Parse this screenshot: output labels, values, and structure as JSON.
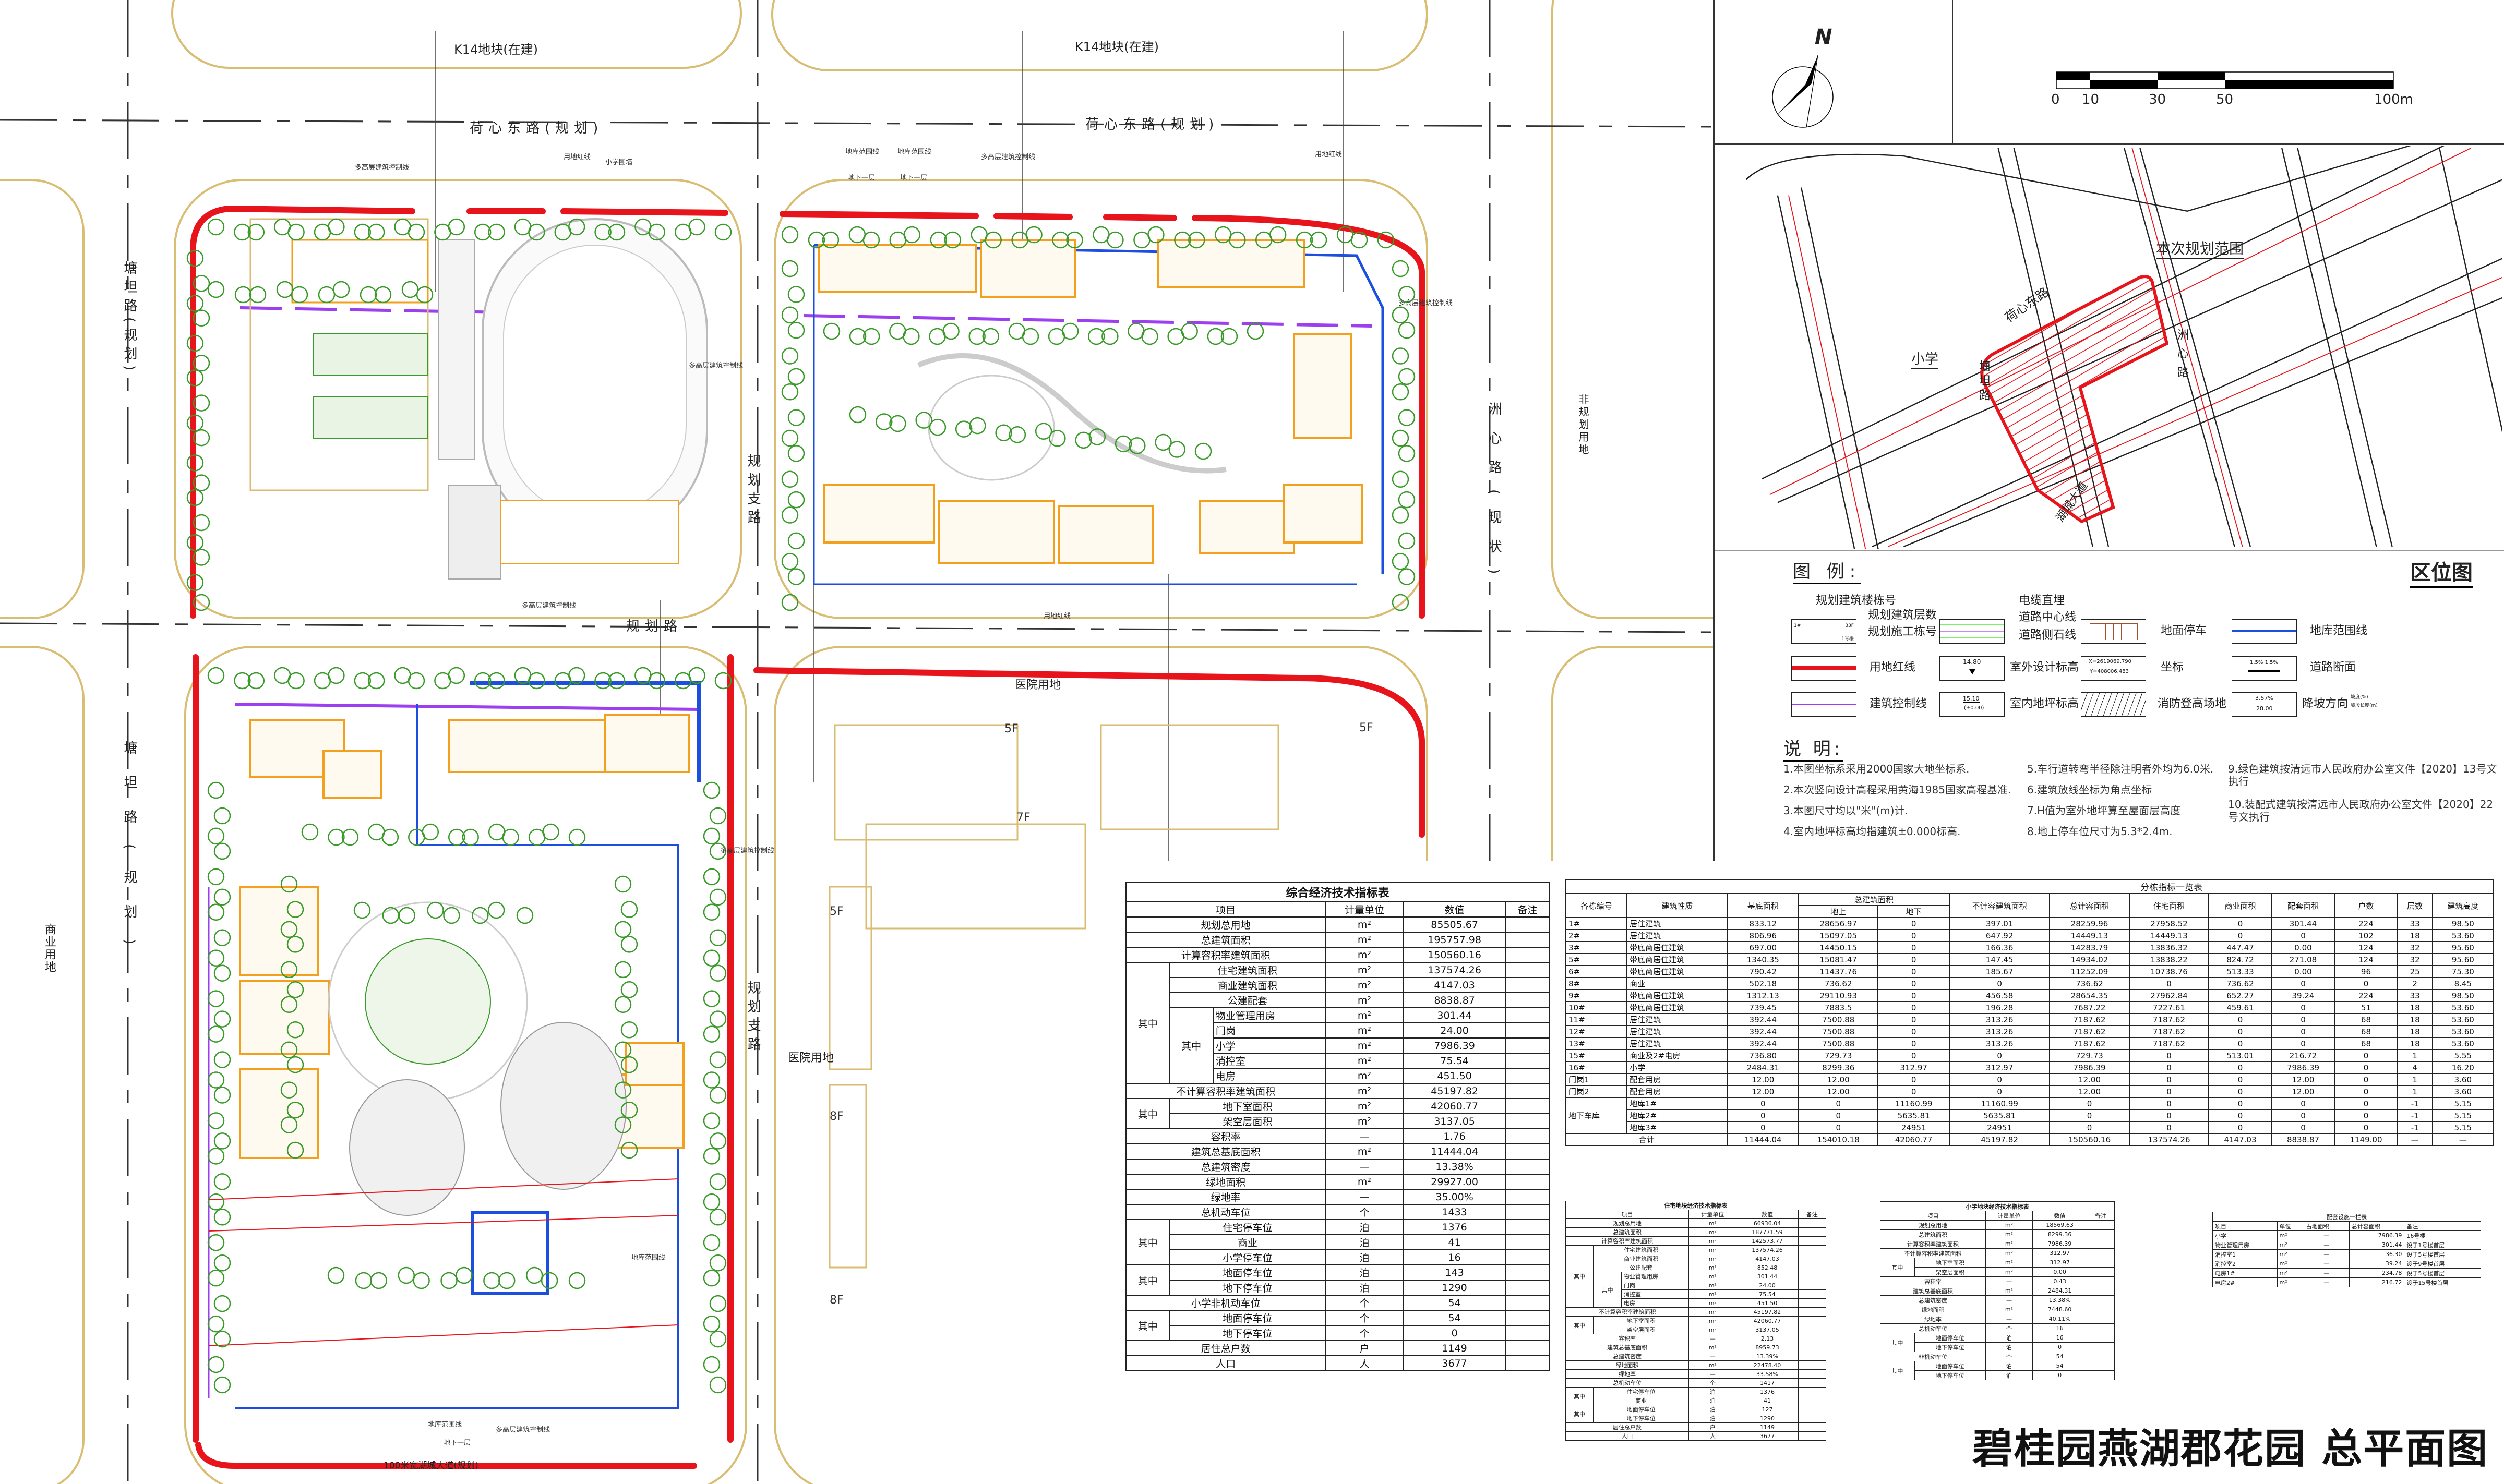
{
  "title": "碧桂园燕湖郡花园 总平面图",
  "colors": {
    "red_line": "#e8141b",
    "building": "#f2a01e",
    "basement": "#1c4fe0",
    "control": "#9b3ff0",
    "tree": "#3a9a2a",
    "block_edge": "#d8bd72",
    "center_line": "#333333"
  },
  "site_labels": {
    "k14_left": "K14地块(在建)",
    "k14_right": "K14地块(在建)",
    "hexin_road_left": "荷心东路(规划)",
    "hexin_road_right": "荷心东路(规划)",
    "tangtan_road_upper": "塘坦路(规划)",
    "tangtan_road_lower": "塘坦路(规划)",
    "planned_branch_upper": "规划支路",
    "planned_branch_lower": "规划支路",
    "zhouxin_road": "洲心路(现状)",
    "non_planned_land": "非规划用地",
    "planned_road": "规划路",
    "hospital_land_top": "医院用地",
    "hospital_land_mid": "医院用地",
    "commercial_land": "商业用地",
    "hucheng_avenue": "100米宽湖城大道(规划)",
    "floors": [
      "5F",
      "5F",
      "7F",
      "5F",
      "8F",
      "8F"
    ]
  },
  "annotations": [
    "用地红线",
    "小学围墙",
    "多高层建筑控制线",
    "地库范围线",
    "地库范围线",
    "地下一层",
    "地下一层",
    "多高层建筑控制线",
    "用地红线",
    "多高层建筑控制线",
    "多高层建筑控制线",
    "多高层建筑控制线",
    "用地红线",
    "多高层建筑控制线",
    "地库范围线",
    "地下一层",
    "地库范围线",
    "多高层建筑控制线"
  ],
  "north_arrow": {
    "label": "N"
  },
  "scale_bar": {
    "ticks": [
      "0",
      "10",
      "30",
      "50",
      "100m"
    ]
  },
  "location_map": {
    "title": "区位图",
    "labels": {
      "scope": "本次规划范围",
      "hexin": "荷心东路",
      "school": "小学",
      "tangtan": "塘坦路",
      "zhouxin": "洲心路",
      "hucheng": "湖城大道"
    }
  },
  "legend": {
    "title": "图 例:",
    "items": [
      {
        "label": "规划建筑楼栋号"
      },
      {
        "label": "规划建筑层数"
      },
      {
        "label": "规划施工栋号"
      },
      {
        "label": "电缆直埋"
      },
      {
        "label": "道路中心线"
      },
      {
        "label": "道路侧石线"
      },
      {
        "label": "地面停车"
      },
      {
        "label": "地库范围线"
      },
      {
        "label": "用地红线"
      },
      {
        "label": "室外设计标高"
      },
      {
        "label": "坐标"
      },
      {
        "label": "道路断面"
      },
      {
        "label": "建筑控制线"
      },
      {
        "label": "室内地坪标高"
      },
      {
        "label": "消防登高场地"
      },
      {
        "label": "降坡方向"
      }
    ],
    "symbols": {
      "bldg_no": "1#",
      "floors": "33F",
      "construct_no": "1号楼",
      "outdoor_elev": "14.80",
      "coord_x": "X=2619069.790",
      "coord_y": "Y=408006.483",
      "section": "1.5% 1.5%",
      "indoor_elev": "15.10",
      "indoor_zero": "(±0.00)",
      "slope": "3.57%",
      "slope_len": "28.00",
      "slope_key_top": "坡度(%)",
      "slope_key_bottom": "坡段长度(m)"
    }
  },
  "notes": {
    "title": "说 明:",
    "items": [
      "1.本图坐标系采用2000国家大地坐标系.",
      "2.本次竖向设计高程采用黄海1985国家高程基准.",
      "3.本图尺寸均以\"米\"(m)计.",
      "4.室内地坪标高均指建筑±0.000标高.",
      "5.车行道转弯半径除注明者外均为6.0米.",
      "6.建筑放线坐标为角点坐标",
      "7.H值为室外地坪算至屋面层高度",
      "8.地上停车位尺寸为5.3*2.4m.",
      "9.绿色建筑按清远市人民政府办公室文件【2020】13号文执行",
      "10.装配式建筑按清远市人民政府办公室文件【2020】22号文执行"
    ]
  },
  "tables": {
    "main": {
      "caption": "综合经济技术指标表",
      "headers": {
        "item": "项目",
        "unit": "计量单位",
        "value": "数值",
        "note": "备注"
      },
      "rows": [
        {
          "item": "规划总用地",
          "unit": "m²",
          "value": "85505.67"
        },
        {
          "item": "总建筑面积",
          "unit": "m²",
          "value": "195757.98"
        },
        {
          "item": "计算容积率建筑面积",
          "unit": "m²",
          "value": "150560.16"
        },
        {
          "group": "其中",
          "children": [
            {
              "item": "住宅建筑面积",
              "unit": "m²",
              "value": "137574.26"
            },
            {
              "item": "商业建筑面积",
              "unit": "m²",
              "value": "4147.03"
            },
            {
              "item": "公建配套",
              "unit": "m²",
              "value": "8838.87"
            },
            {
              "group": "其中",
              "children": [
                {
                  "item": "物业管理用房",
                  "unit": "m²",
                  "value": "301.44"
                },
                {
                  "item": "门岗",
                  "unit": "m²",
                  "value": "24.00"
                },
                {
                  "item": "小学",
                  "unit": "m²",
                  "value": "7986.39"
                },
                {
                  "item": "消控室",
                  "unit": "m²",
                  "value": "75.54"
                },
                {
                  "item": "电房",
                  "unit": "m²",
                  "value": "451.50"
                }
              ]
            }
          ]
        },
        {
          "item": "不计算容积率建筑面积",
          "unit": "m²",
          "value": "45197.82"
        },
        {
          "group": "其中",
          "children": [
            {
              "item": "地下室面积",
              "unit": "m²",
              "value": "42060.77"
            },
            {
              "item": "架空层面积",
              "unit": "m²",
              "value": "3137.05"
            }
          ]
        },
        {
          "item": "容积率",
          "unit": "—",
          "value": "1.76"
        },
        {
          "item": "建筑总基底面积",
          "unit": "m²",
          "value": "11444.04"
        },
        {
          "item": "总建筑密度",
          "unit": "—",
          "value": "13.38%"
        },
        {
          "item": "绿地面积",
          "unit": "m²",
          "value": "29927.00"
        },
        {
          "item": "绿地率",
          "unit": "—",
          "value": "35.00%"
        },
        {
          "item": "总机动车位",
          "unit": "个",
          "value": "1433"
        },
        {
          "group": "其中",
          "children": [
            {
              "item": "住宅停车位",
              "unit": "泊",
              "value": "1376"
            },
            {
              "item": "商业",
              "unit": "泊",
              "value": "41"
            },
            {
              "item": "小学停车位",
              "unit": "泊",
              "value": "16"
            }
          ]
        },
        {
          "group": "其中",
          "children": [
            {
              "item": "地面停车位",
              "unit": "泊",
              "value": "143"
            },
            {
              "item": "地下停车位",
              "unit": "泊",
              "value": "1290"
            }
          ]
        },
        {
          "item": "小学非机动车位",
          "unit": "个",
          "value": "54"
        },
        {
          "group": "其中",
          "children": [
            {
              "item": "地面停车位",
              "unit": "个",
              "value": "54"
            },
            {
              "item": "地下停车位",
              "unit": "个",
              "value": "0"
            }
          ]
        },
        {
          "item": "居住总户数",
          "unit": "户",
          "value": "1149"
        },
        {
          "item": "人口",
          "unit": "人",
          "value": "3677"
        }
      ]
    },
    "residential": {
      "caption": "住宅地块经济技术指标表",
      "headers": {
        "item": "项目",
        "unit": "计量单位",
        "value": "数值",
        "note": "备注"
      },
      "rows": [
        {
          "item": "规划总用地",
          "unit": "m²",
          "value": "66936.04"
        },
        {
          "item": "总建筑面积",
          "unit": "m²",
          "value": "187771.59"
        },
        {
          "item": "计算容积率建筑面积",
          "unit": "m²",
          "value": "142573.77"
        },
        {
          "group": "其中",
          "children": [
            {
              "item": "住宅建筑面积",
              "unit": "m²",
              "value": "137574.26"
            },
            {
              "item": "商业建筑面积",
              "unit": "m²",
              "value": "4147.03"
            },
            {
              "item": "公建配套",
              "unit": "m²",
              "value": "852.48"
            },
            {
              "group": "其中",
              "children": [
                {
                  "item": "物业管理用房",
                  "unit": "m²",
                  "value": "301.44"
                },
                {
                  "item": "门岗",
                  "unit": "m²",
                  "value": "24.00"
                },
                {
                  "item": "消控室",
                  "unit": "m²",
                  "value": "75.54"
                },
                {
                  "item": "电房",
                  "unit": "m²",
                  "value": "451.50"
                }
              ]
            }
          ]
        },
        {
          "item": "不计算容积率建筑面积",
          "unit": "m²",
          "value": "45197.82"
        },
        {
          "group": "其中",
          "children": [
            {
              "item": "地下室面积",
              "unit": "m²",
              "value": "42060.77"
            },
            {
              "item": "架空层面积",
              "unit": "m²",
              "value": "3137.05"
            }
          ]
        },
        {
          "item": "容积率",
          "unit": "—",
          "value": "2.13"
        },
        {
          "item": "建筑总基底面积",
          "unit": "m²",
          "value": "8959.73"
        },
        {
          "item": "总建筑密度",
          "unit": "—",
          "value": "13.39%"
        },
        {
          "item": "绿地面积",
          "unit": "m²",
          "value": "22478.40"
        },
        {
          "item": "绿地率",
          "unit": "—",
          "value": "33.58%"
        },
        {
          "item": "总机动车位",
          "unit": "个",
          "value": "1417"
        },
        {
          "group": "其中",
          "children": [
            {
              "item": "住宅停车位",
              "unit": "泊",
              "value": "1376"
            },
            {
              "item": "商业",
              "unit": "泊",
              "value": "41"
            }
          ]
        },
        {
          "group": "其中",
          "children": [
            {
              "item": "地面停车位",
              "unit": "泊",
              "value": "127"
            },
            {
              "item": "地下停车位",
              "unit": "泊",
              "value": "1290"
            }
          ]
        },
        {
          "item": "居住总户数",
          "unit": "户",
          "value": "1149"
        },
        {
          "item": "人口",
          "unit": "人",
          "value": "3677"
        }
      ]
    },
    "school": {
      "caption": "小学地块经济技术指标表",
      "headers": {
        "item": "项目",
        "unit": "计量单位",
        "value": "数值",
        "note": "备注"
      },
      "rows": [
        {
          "item": "规划总用地",
          "unit": "m²",
          "value": "18569.63"
        },
        {
          "item": "总建筑面积",
          "unit": "m²",
          "value": "8299.36"
        },
        {
          "item": "计算容积率建筑面积",
          "unit": "m²",
          "value": "7986.39"
        },
        {
          "item": "不计算容积率建筑面积",
          "unit": "m²",
          "value": "312.97"
        },
        {
          "group": "其中",
          "children": [
            {
              "item": "地下室面积",
              "unit": "m²",
              "value": "312.97"
            },
            {
              "item": "架空层面积",
              "unit": "m²",
              "value": "0.00"
            }
          ]
        },
        {
          "item": "容积率",
          "unit": "—",
          "value": "0.43"
        },
        {
          "item": "建筑总基底面积",
          "unit": "m²",
          "value": "2484.31"
        },
        {
          "item": "总建筑密度",
          "unit": "—",
          "value": "13.38%"
        },
        {
          "item": "绿地面积",
          "unit": "m²",
          "value": "7448.60"
        },
        {
          "item": "绿地率",
          "unit": "—",
          "value": "40.11%"
        },
        {
          "item": "总机动车位",
          "unit": "个",
          "value": "16"
        },
        {
          "group": "其中",
          "children": [
            {
              "item": "地面停车位",
              "unit": "泊",
              "value": "16"
            },
            {
              "item": "地下停车位",
              "unit": "泊",
              "value": "0"
            }
          ]
        },
        {
          "item": "非机动车位",
          "unit": "个",
          "value": "54"
        },
        {
          "group": "其中",
          "children": [
            {
              "item": "地面停车位",
              "unit": "泊",
              "value": "54"
            },
            {
              "item": "地下停车位",
              "unit": "泊",
              "value": "0"
            }
          ]
        }
      ]
    },
    "facilities": {
      "caption": "配套设施一栏表",
      "headers": [
        "项目",
        "单位",
        "占地面积",
        "总计容面积",
        "备注"
      ],
      "rows": [
        [
          "小学",
          "m²",
          "—",
          "7986.39",
          "16号楼"
        ],
        [
          "物业管理用房",
          "m²",
          "—",
          "301.44",
          "设于1号楼首层"
        ],
        [
          "消控室1",
          "m²",
          "—",
          "36.30",
          "设于5号楼首层"
        ],
        [
          "消控室2",
          "m²",
          "—",
          "39.24",
          "设于9号楼首层"
        ],
        [
          "电房1#",
          "m²",
          "—",
          "234.78",
          "设于5号楼首层"
        ],
        [
          "电房2#",
          "m²",
          "—",
          "216.72",
          "设于15号楼首层"
        ]
      ]
    },
    "buildings": {
      "caption": "分栋指标一览表",
      "headers": {
        "id": "各栋编号",
        "type": "建筑性质",
        "base": "基底面积",
        "gfa": "总建筑面积",
        "above": "地上",
        "below": "地下",
        "noncount": "不计容建筑面积",
        "total": "总计容面积",
        "res": "住宅面积",
        "com": "商业面积",
        "sup": "配套面积",
        "units": "户数",
        "floors": "层数",
        "height": "建筑高度"
      },
      "rows": [
        [
          "1#",
          "居住建筑",
          "833.12",
          "28656.97",
          "0",
          "397.01",
          "28259.96",
          "27958.52",
          "0",
          "301.44",
          "224",
          "33",
          "98.50"
        ],
        [
          "2#",
          "居住建筑",
          "806.96",
          "15097.05",
          "0",
          "647.92",
          "14449.13",
          "14449.13",
          "0",
          "0",
          "102",
          "18",
          "53.60"
        ],
        [
          "3#",
          "带底商居住建筑",
          "697.00",
          "14450.15",
          "0",
          "166.36",
          "14283.79",
          "13836.32",
          "447.47",
          "0.00",
          "124",
          "32",
          "95.60"
        ],
        [
          "5#",
          "带底商居住建筑",
          "1340.35",
          "15081.47",
          "0",
          "147.45",
          "14934.02",
          "13838.22",
          "824.72",
          "271.08",
          "124",
          "32",
          "95.60"
        ],
        [
          "6#",
          "带底商居住建筑",
          "790.42",
          "11437.76",
          "0",
          "185.67",
          "11252.09",
          "10738.76",
          "513.33",
          "0.00",
          "96",
          "25",
          "75.30"
        ],
        [
          "8#",
          "商业",
          "502.18",
          "736.62",
          "0",
          "0",
          "736.62",
          "0",
          "736.62",
          "0",
          "0",
          "2",
          "8.45"
        ],
        [
          "9#",
          "带底商居住建筑",
          "1312.13",
          "29110.93",
          "0",
          "456.58",
          "28654.35",
          "27962.84",
          "652.27",
          "39.24",
          "224",
          "33",
          "98.50"
        ],
        [
          "10#",
          "带底商居住建筑",
          "739.45",
          "7883.5",
          "0",
          "196.28",
          "7687.22",
          "7227.61",
          "459.61",
          "0",
          "51",
          "18",
          "53.60"
        ],
        [
          "11#",
          "居住建筑",
          "392.44",
          "7500.88",
          "0",
          "313.26",
          "7187.62",
          "7187.62",
          "0",
          "0",
          "68",
          "18",
          "53.60"
        ],
        [
          "12#",
          "居住建筑",
          "392.44",
          "7500.88",
          "0",
          "313.26",
          "7187.62",
          "7187.62",
          "0",
          "0",
          "68",
          "18",
          "53.60"
        ],
        [
          "13#",
          "居住建筑",
          "392.44",
          "7500.88",
          "0",
          "313.26",
          "7187.62",
          "7187.62",
          "0",
          "0",
          "68",
          "18",
          "53.60"
        ],
        [
          "15#",
          "商业及2#电房",
          "736.80",
          "729.73",
          "0",
          "0",
          "729.73",
          "0",
          "513.01",
          "216.72",
          "0",
          "1",
          "5.55"
        ],
        [
          "16#",
          "小学",
          "2484.31",
          "8299.36",
          "312.97",
          "312.97",
          "7986.39",
          "0",
          "0",
          "7986.39",
          "0",
          "4",
          "16.20"
        ],
        [
          "门岗1",
          "配套用房",
          "12.00",
          "12.00",
          "0",
          "0",
          "12.00",
          "0",
          "0",
          "12.00",
          "0",
          "1",
          "3.60"
        ],
        [
          "门岗2",
          "配套用房",
          "12.00",
          "12.00",
          "0",
          "0",
          "12.00",
          "0",
          "0",
          "12.00",
          "0",
          "1",
          "3.60"
        ]
      ],
      "garage_group": "地下车库",
      "garage_rows": [
        [
          "地库1#",
          "0",
          "0",
          "11160.99",
          "11160.99",
          "0",
          "0",
          "0",
          "0",
          "0",
          "-1",
          "5.15"
        ],
        [
          "地库2#",
          "0",
          "0",
          "5635.81",
          "5635.81",
          "0",
          "0",
          "0",
          "0",
          "0",
          "-1",
          "5.15"
        ],
        [
          "地库3#",
          "0",
          "0",
          "24951",
          "24951",
          "0",
          "0",
          "0",
          "0",
          "0",
          "-1",
          "5.15"
        ]
      ],
      "total_label": "合计",
      "total_row": [
        "11444.04",
        "154010.18",
        "42060.77",
        "45197.82",
        "150560.16",
        "137574.26",
        "4147.03",
        "8838.87",
        "1149.00",
        "—",
        "—"
      ]
    }
  }
}
